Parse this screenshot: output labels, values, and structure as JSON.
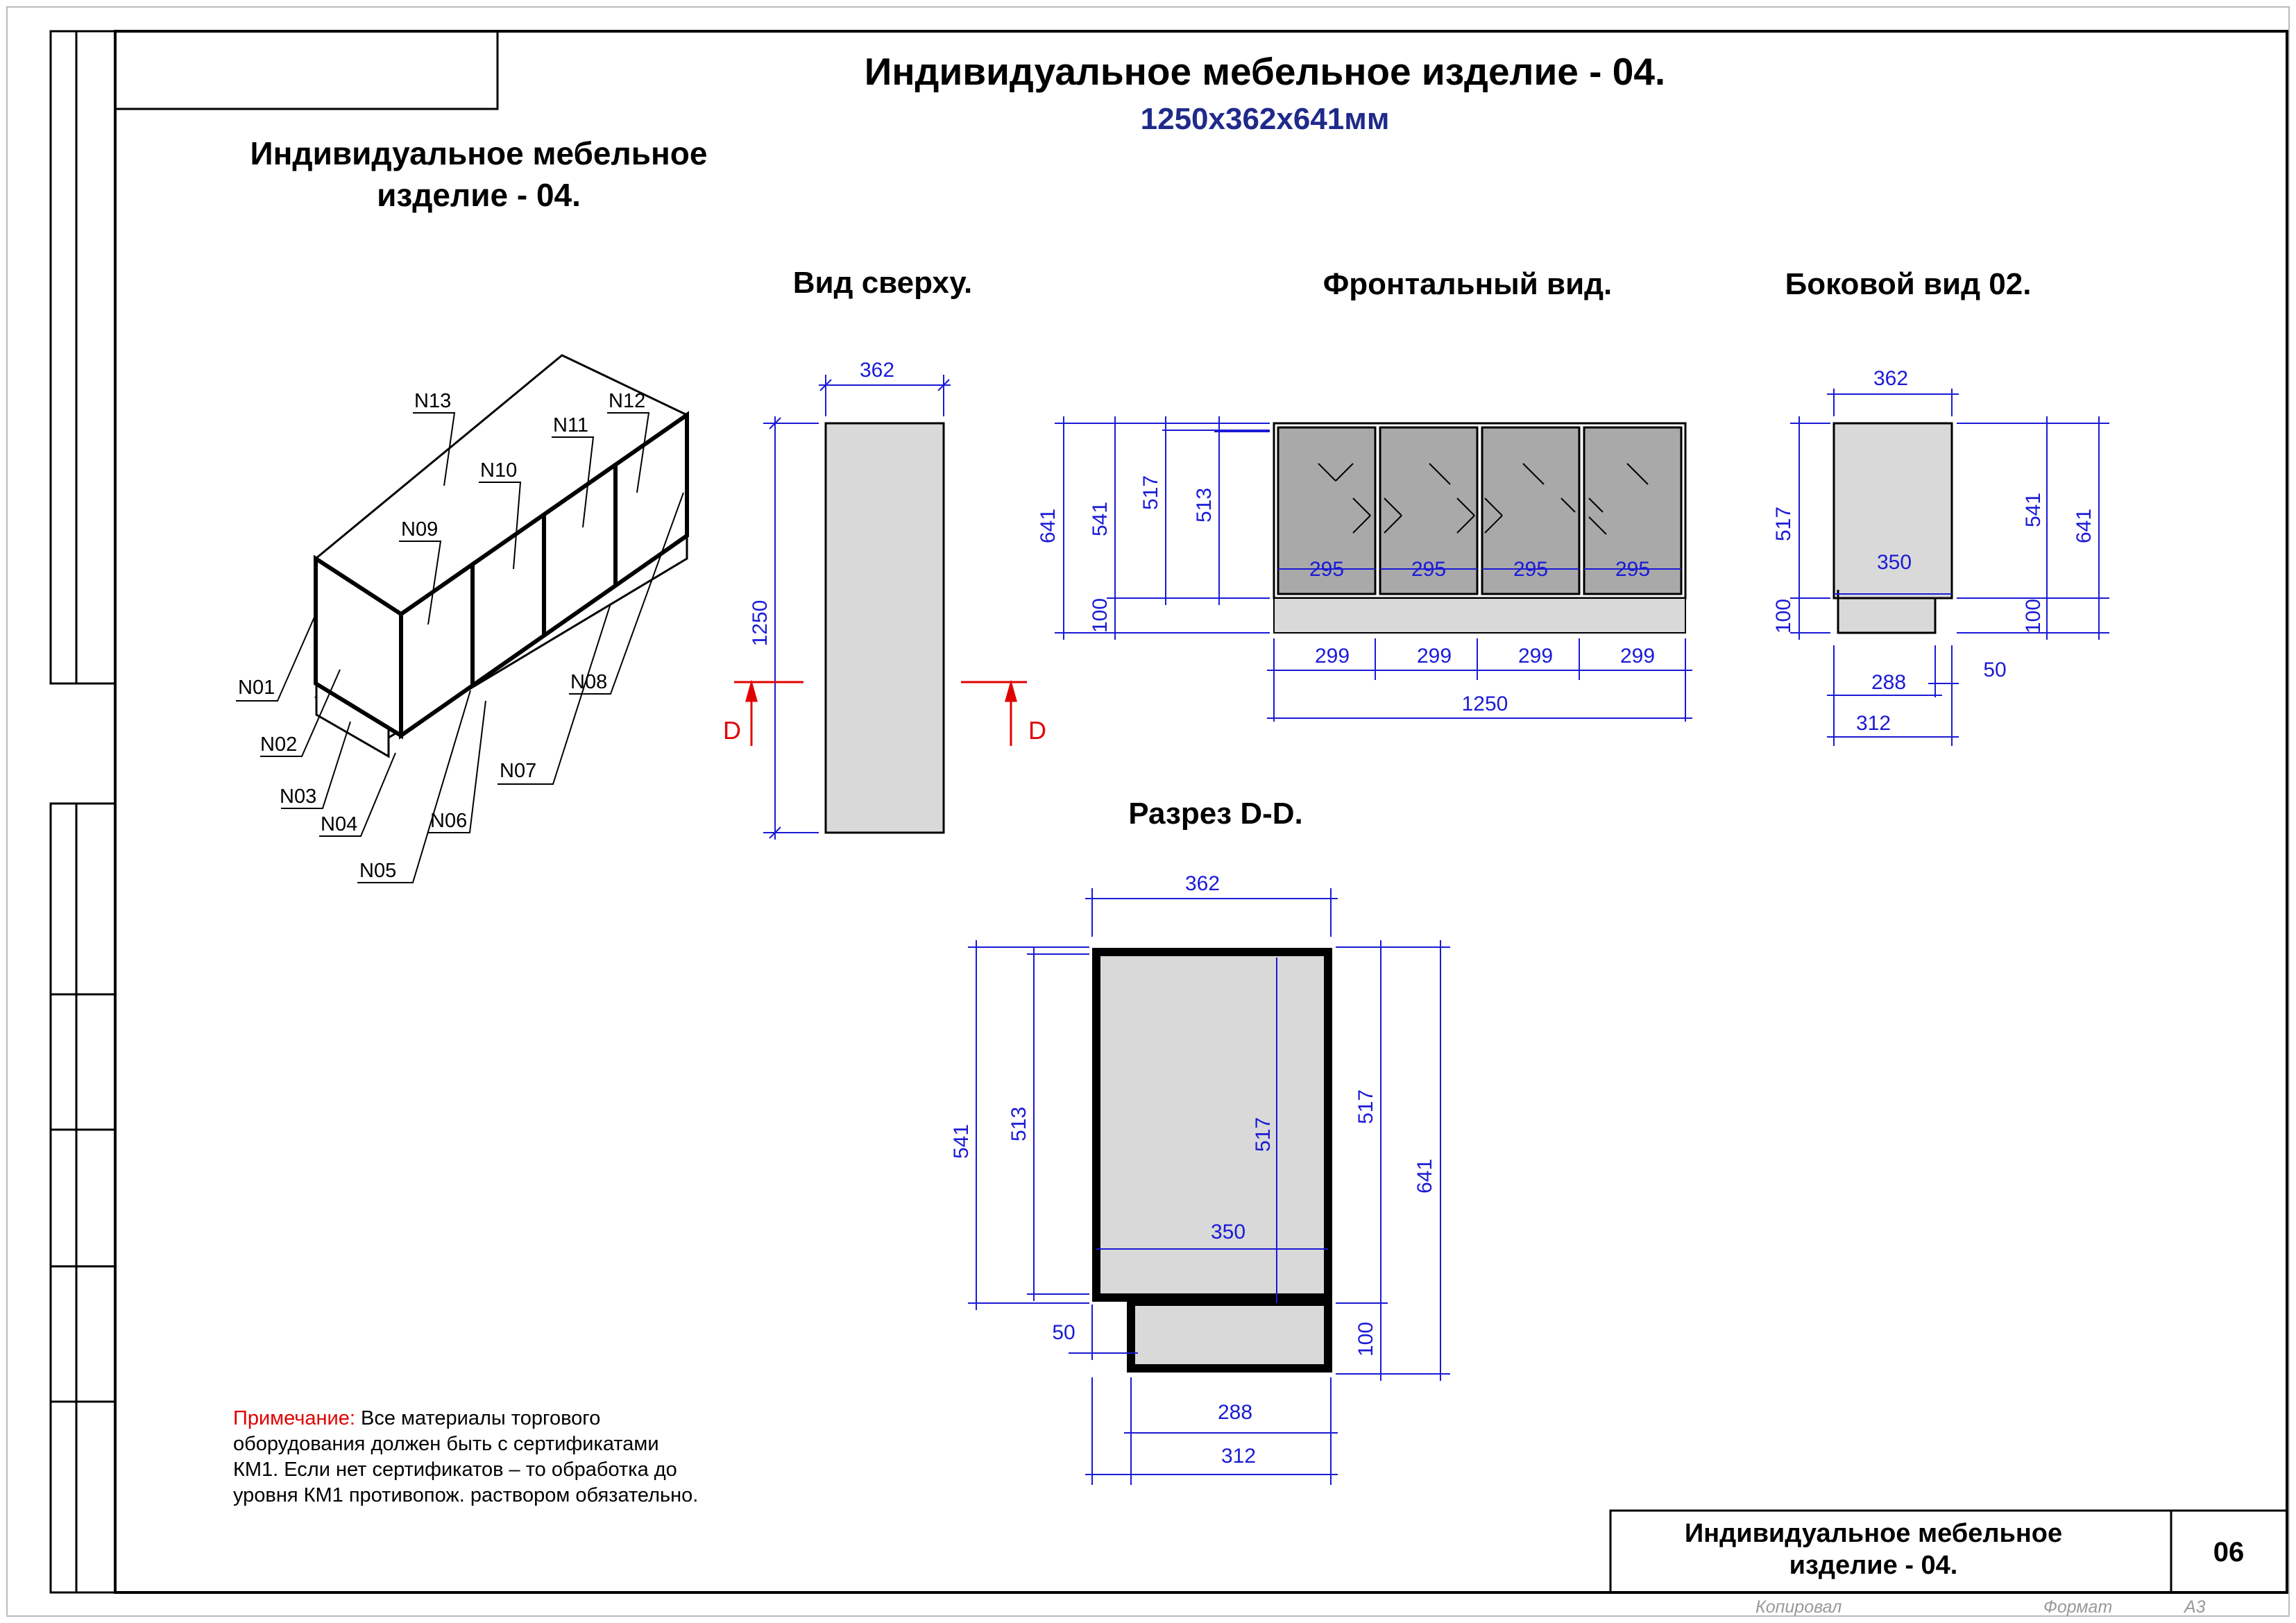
{
  "header": {
    "title": "Индивидуальное мебельное изделие - 04.",
    "dimensions": "1250x362x641мм"
  },
  "iso": {
    "title_line1": "Индивидуальное мебельное",
    "title_line2": "изделие - 04.",
    "labels": [
      "N01",
      "N02",
      "N03",
      "N04",
      "N05",
      "N06",
      "N07",
      "N08",
      "N09",
      "N10",
      "N11",
      "N12",
      "N13"
    ]
  },
  "views": {
    "top": "Вид сверху.",
    "front": "Фронтальный вид.",
    "side": "Боковой вид 02.",
    "section": "Разрез D-D.",
    "section_marker": "D"
  },
  "dims": {
    "top_width": "362",
    "top_length": "1250",
    "front": {
      "h641": "641",
      "h541": "541",
      "h517": "517",
      "h513": "513",
      "h100": "100",
      "door_inner": "295",
      "door_pitch": "299",
      "total": "1250"
    },
    "side": {
      "width": "362",
      "h517": "517",
      "h100": "100",
      "h541": "541",
      "h641": "641",
      "h100r": "100",
      "inner": "350",
      "d288": "288",
      "d312": "312",
      "d50": "50"
    },
    "section": {
      "width": "362",
      "h541": "541",
      "h513": "513",
      "h517": "517",
      "h517o": "517",
      "h641": "641",
      "inner": "350",
      "d50": "50",
      "h100": "100",
      "d288": "288",
      "d312": "312"
    }
  },
  "note": {
    "label": "Примечание:",
    "line1": " Все материалы торгового",
    "line2": "оборудования должен быть с сертификатами",
    "line3": "КМ1. Если нет сертификатов – то обработка до",
    "line4": "уровня КМ1 противопож. раствором обязательно."
  },
  "title_block": {
    "line1": "Индивидуальное мебельное",
    "line2": "изделие - 04.",
    "sheet": "06",
    "copied": "Копировал",
    "format_label": "Формат",
    "format": "А3"
  },
  "colors": {
    "dimension": "#1a1ad6",
    "fill_light": "#d9d9d9",
    "glass": "#a9a9a9",
    "section_mark": "#e00000",
    "subtitle": "#1f2a8a"
  }
}
